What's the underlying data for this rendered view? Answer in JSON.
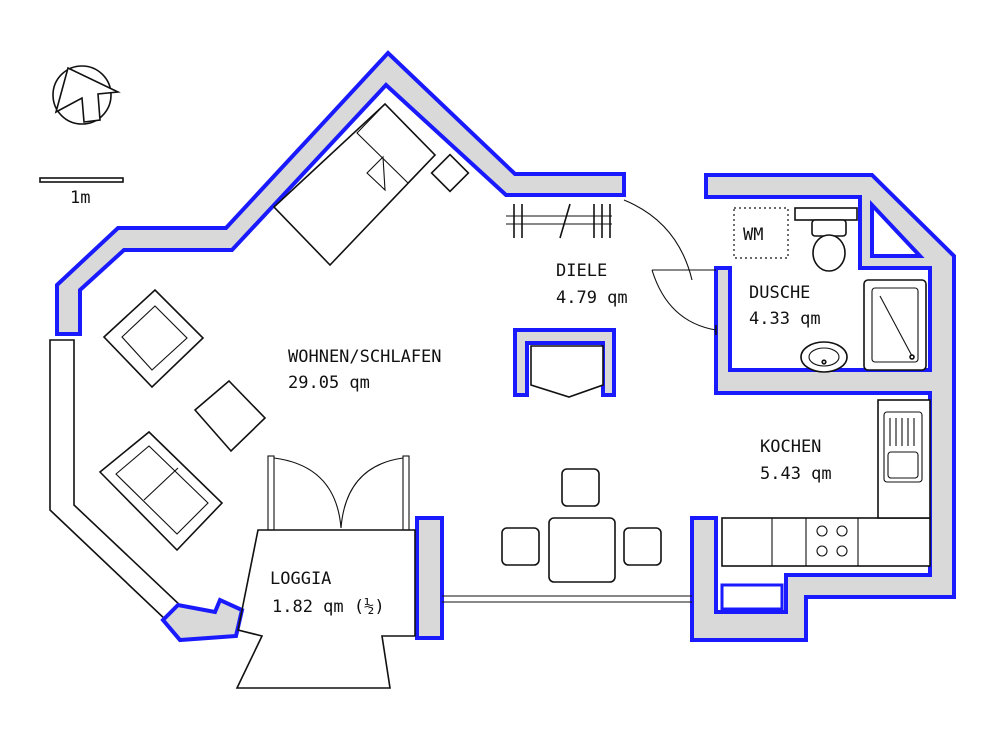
{
  "scale": {
    "label": "1m"
  },
  "rooms": {
    "wohnen": {
      "name": "WOHNEN/SCHLAFEN",
      "area": "29.05 qm"
    },
    "diele": {
      "name": "DIELE",
      "area": "4.79 qm"
    },
    "dusche": {
      "name": "DUSCHE",
      "area": "4.33 qm"
    },
    "kochen": {
      "name": "KOCHEN",
      "area": "5.43 qm"
    },
    "loggia": {
      "name": "LOGGIA",
      "area": "1.82 qm (½)"
    }
  },
  "fixtures": {
    "washer": "WM"
  },
  "colors": {
    "wall_fill": "#d9d9d9",
    "wall_outline": "#1a1aff",
    "line": "#111111"
  }
}
